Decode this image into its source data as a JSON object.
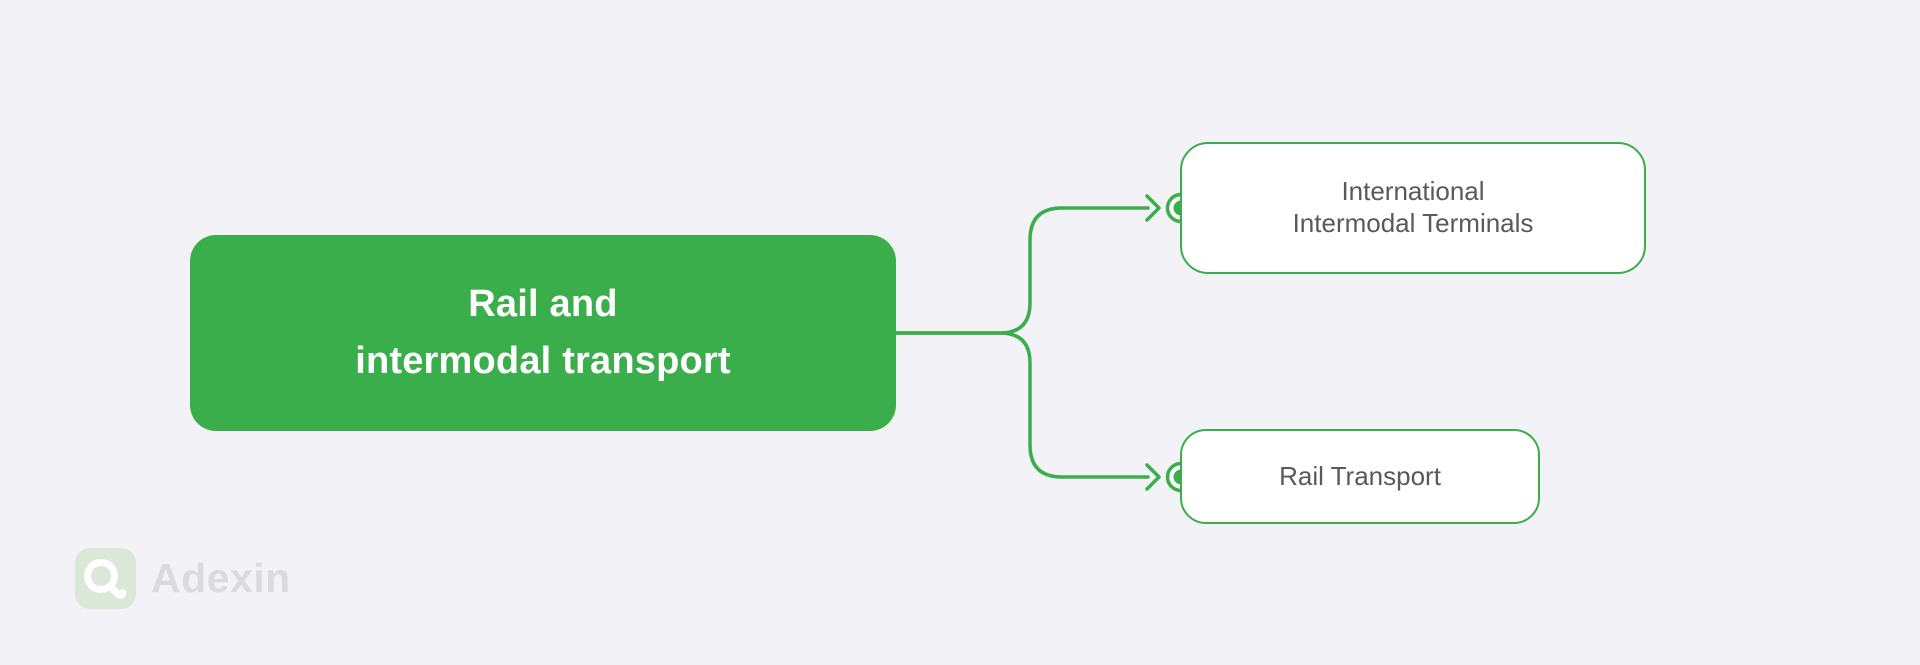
{
  "diagram": {
    "root": {
      "lines": [
        "Rail and",
        "intermodal transport"
      ]
    },
    "children": [
      {
        "lines": [
          "International",
          "Intermodal Terminals"
        ]
      },
      {
        "lines": [
          "Rail Transport"
        ]
      }
    ]
  },
  "branding": {
    "logo_text": "Adexin",
    "logo_icon": "adexin-a-icon"
  },
  "colors": {
    "background": "#f2f2f7",
    "accent_green": "#3aae4a",
    "node_fill": "#ffffff",
    "node_text_gray": "#58595b",
    "root_text": "#ffffff",
    "watermark_gray": "#dbdbdf",
    "logo_bg": "#d9e8d7"
  }
}
